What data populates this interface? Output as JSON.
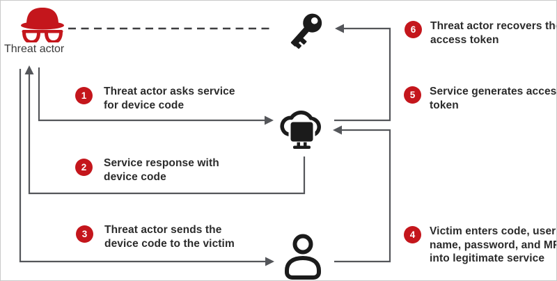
{
  "diagram": {
    "threat_actor": {
      "label": "Threat actor"
    },
    "icons": {
      "threat_actor": "spy-hat-and-glasses-icon",
      "access_token": "key-icon",
      "service": "cloud-with-monitor-icon",
      "victim": "person-icon"
    },
    "steps": [
      {
        "number": "1",
        "lines": [
          "Threat actor asks service",
          "for device code"
        ]
      },
      {
        "number": "2",
        "lines": [
          "Service response with",
          "device code"
        ]
      },
      {
        "number": "3",
        "lines": [
          "Threat actor sends the",
          "device code to the victim"
        ]
      },
      {
        "number": "4",
        "lines": [
          "Victim enters code, user",
          "name, password, and MFA",
          "into legitimate service"
        ]
      },
      {
        "number": "5",
        "lines": [
          "Service generates access",
          "token"
        ]
      },
      {
        "number": "6",
        "lines": [
          "Threat actor recovers the",
          "access token"
        ]
      }
    ],
    "colors": {
      "red": "#c4161c",
      "line": "#54565a",
      "dash": "#3e3e40",
      "ink": "#1b1b1b",
      "text": "#2b2b2b"
    }
  }
}
